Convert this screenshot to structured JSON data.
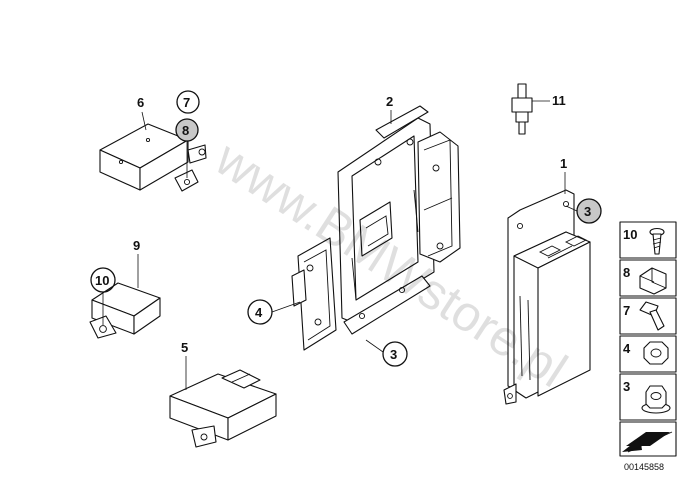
{
  "watermark": "www.BMWstore.pl",
  "diagram_id": "00145858",
  "callouts": {
    "c1": "1",
    "c2": "2",
    "c3_a": "3",
    "c3_b": "3",
    "c4": "4",
    "c5": "5",
    "c6": "6",
    "c7": "7",
    "c8": "8",
    "c9": "9",
    "c10": "10",
    "c11": "11"
  },
  "legend": {
    "items": [
      {
        "num": "10",
        "icon": "screw-icon"
      },
      {
        "num": "8",
        "icon": "clip-nut-icon"
      },
      {
        "num": "7",
        "icon": "bolt-icon"
      },
      {
        "num": "4",
        "icon": "hex-nut-icon"
      },
      {
        "num": "3",
        "icon": "flange-nut-icon"
      }
    ],
    "arrow_icon": "arrow-icon"
  },
  "colors": {
    "line": "#111111",
    "background": "#ffffff",
    "watermark": "#000000"
  }
}
